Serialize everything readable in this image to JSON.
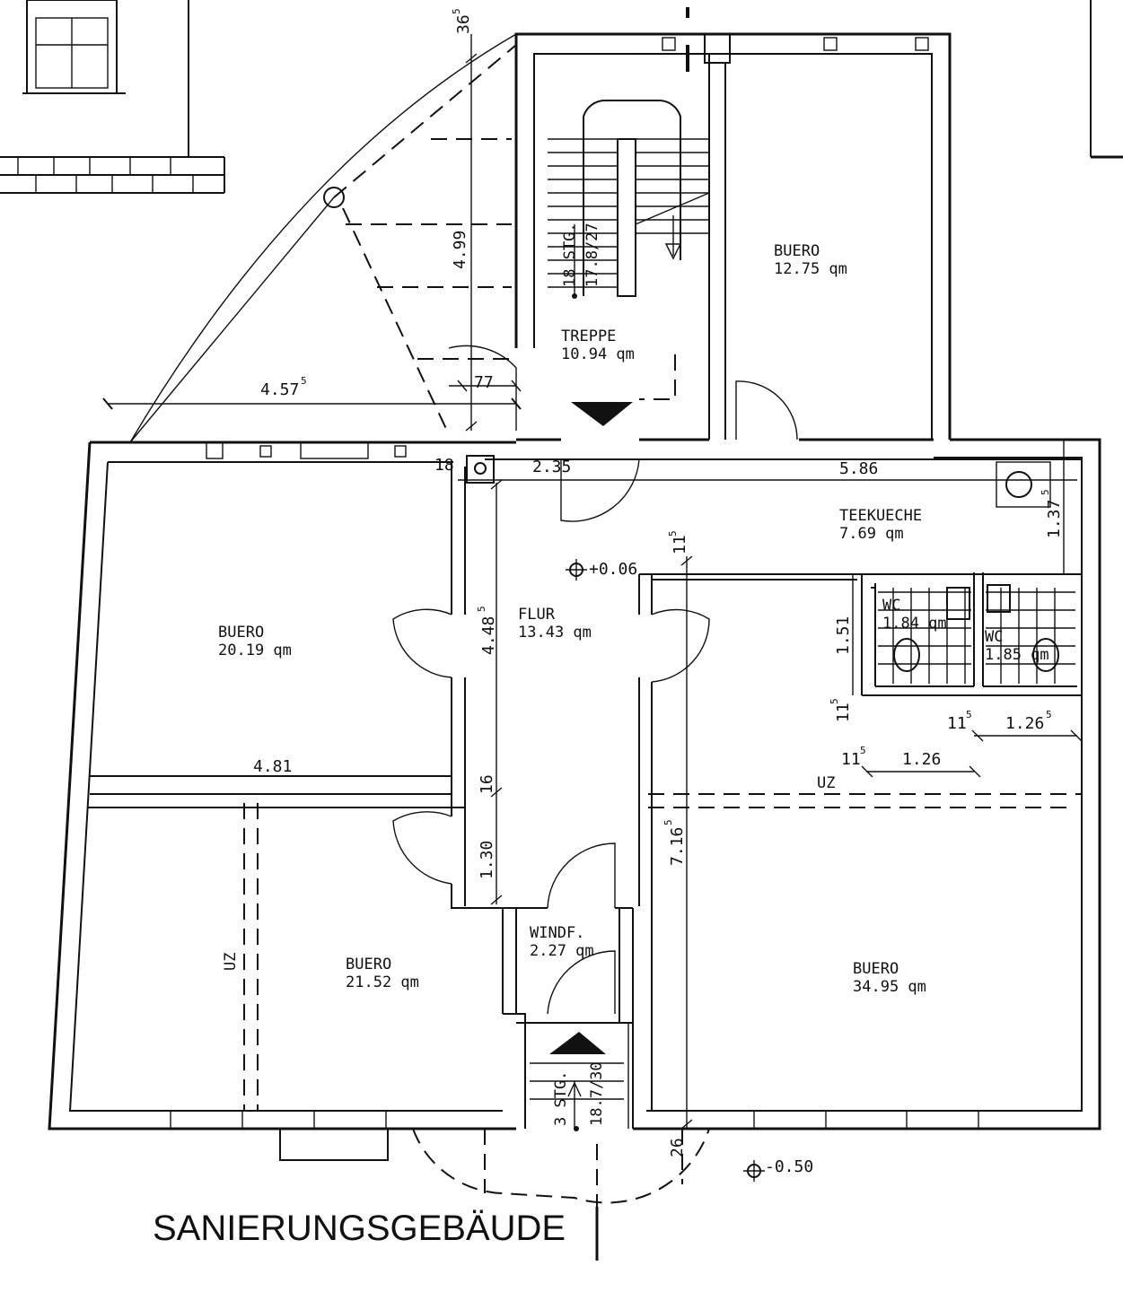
{
  "title": "SANIERUNGSGEBÄUDE",
  "rooms": [
    {
      "id": "buero-top",
      "name": "BUERO",
      "area": "12.75 qm"
    },
    {
      "id": "treppe",
      "name": "TREPPE",
      "area": "10.94 qm"
    },
    {
      "id": "buero-left-top",
      "name": "BUERO",
      "area": "20.19 qm"
    },
    {
      "id": "flur",
      "name": "FLUR",
      "area": "13.43 qm"
    },
    {
      "id": "teekueche",
      "name": "TEEKUECHE",
      "area": "7.69 qm"
    },
    {
      "id": "wc1",
      "name": "WC",
      "area": "1.84 qm"
    },
    {
      "id": "wc2",
      "name": "WC",
      "area": "1.85 qm"
    },
    {
      "id": "buero-left-bottom",
      "name": "BUERO",
      "area": "21.52 qm"
    },
    {
      "id": "windf",
      "name": "WINDF.",
      "area": "2.27 qm"
    },
    {
      "id": "buero-right",
      "name": "BUERO",
      "area": "34.95 qm"
    }
  ],
  "stairs": {
    "main": "18 STG.",
    "main_ratio": "17.8/27",
    "entry": "3 STG.",
    "entry_ratio": "18.7/30"
  },
  "dimensions": {
    "d365": "36",
    "d365_sup": "5",
    "d499": "4.99",
    "d4575": "4.57",
    "d4575_sup": "5",
    "d77": "77",
    "d18": "18",
    "d235": "2.35",
    "d586": "5.86",
    "d1375": "1.37",
    "d1375_sup": "5",
    "d115a": "11",
    "d115a_sup": "5",
    "d4485": "4.48",
    "d4485_sup": "5",
    "d151": "1.51",
    "d115b": "11",
    "d115b_sup": "5",
    "d115c": "11",
    "d115c_sup": "5",
    "d1265": "1.26",
    "d1265_sup": "5",
    "d115d": "11",
    "d115d_sup": "5",
    "d126": "1.26",
    "d481": "4.81",
    "d16": "16",
    "d130": "1.30",
    "d7165": "7.16",
    "d7165_sup": "5",
    "d26": "26"
  },
  "levels": {
    "inside": "+0.06",
    "outside": "-0.50"
  },
  "uz_labels": {
    "right": "UZ",
    "left": "UZ"
  }
}
